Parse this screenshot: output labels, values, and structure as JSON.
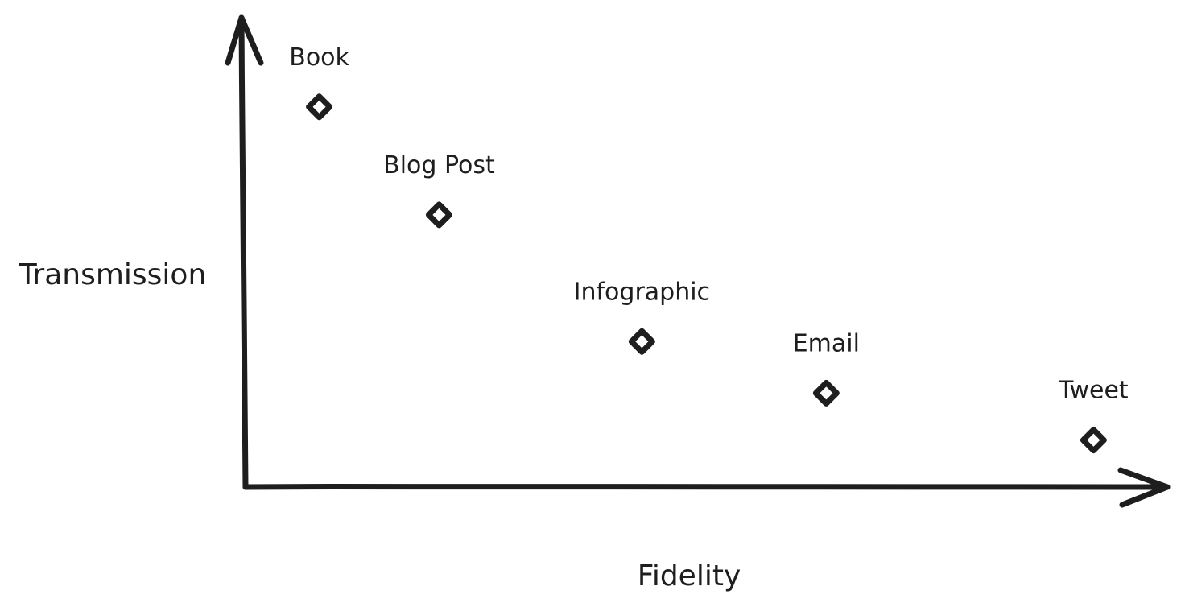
{
  "chart_data": {
    "type": "scatter",
    "xlabel": "Fidelity",
    "ylabel": "Transmission",
    "xlim": [
      0,
      10
    ],
    "ylim": [
      0,
      10
    ],
    "grid": false,
    "marker": "diamond",
    "points": [
      {
        "label": "Book",
        "x": 0.8,
        "y": 8.1
      },
      {
        "label": "Blog Post",
        "x": 2.1,
        "y": 5.8
      },
      {
        "label": "Infographic",
        "x": 4.3,
        "y": 3.1
      },
      {
        "label": "Email",
        "x": 6.3,
        "y": 2.0
      },
      {
        "label": "Tweet",
        "x": 9.2,
        "y": 1.0
      }
    ],
    "colors": {
      "ink": "#1e1e1e",
      "background": "#ffffff"
    }
  }
}
